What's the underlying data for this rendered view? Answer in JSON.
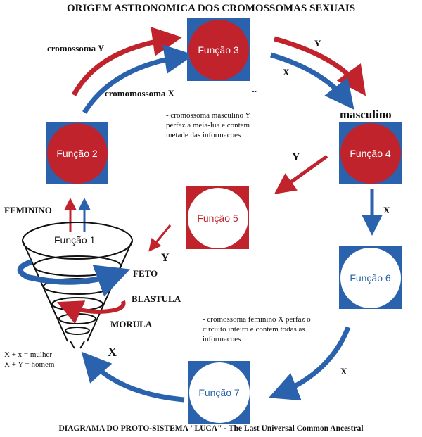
{
  "title": "ORIGEM ASTRONOMICA DOS CROMOSSOMAS SEXUAIS",
  "footer": "DIAGRAMA DO PROTO-SISTEMA \"LUCA\" - The Last Universal Common Ancestral",
  "colors": {
    "red": "#c0232c",
    "blue": "#2a62ad",
    "white": "#ffffff",
    "black": "#111111"
  },
  "functions": {
    "f1": "Função 1",
    "f2": "Função 2",
    "f3": "Função 3",
    "f4": "Função 4",
    "f5": "Função 5",
    "f6": "Função 6",
    "f7": "Função 7"
  },
  "labels": {
    "cromossoma_y": "cromossoma Y",
    "cromomossoma_x": "cromomossoma X",
    "dash": "--",
    "y_top": "Y",
    "x_top": "X",
    "masculino": "masculino",
    "y_mid": "Y",
    "x_mid": "X",
    "feminino": "FEMININO",
    "y_left": "Y",
    "feto": "FETO",
    "blastula": "BLASTULA",
    "morula": "MORULA",
    "x_big": "X",
    "x_bottom": "X"
  },
  "notes": {
    "masc_1": "- cromossoma masculino Y",
    "masc_2": "perfaz a meia-lua e contem",
    "masc_3": "metade das informacoes",
    "fem_1": "- cromossoma feminino X perfaz o",
    "fem_2": "circuito inteiro e contem todas as",
    "fem_3": "informacoes",
    "eq_1": "X + x = mulher",
    "eq_2": "X + Y = homem"
  }
}
